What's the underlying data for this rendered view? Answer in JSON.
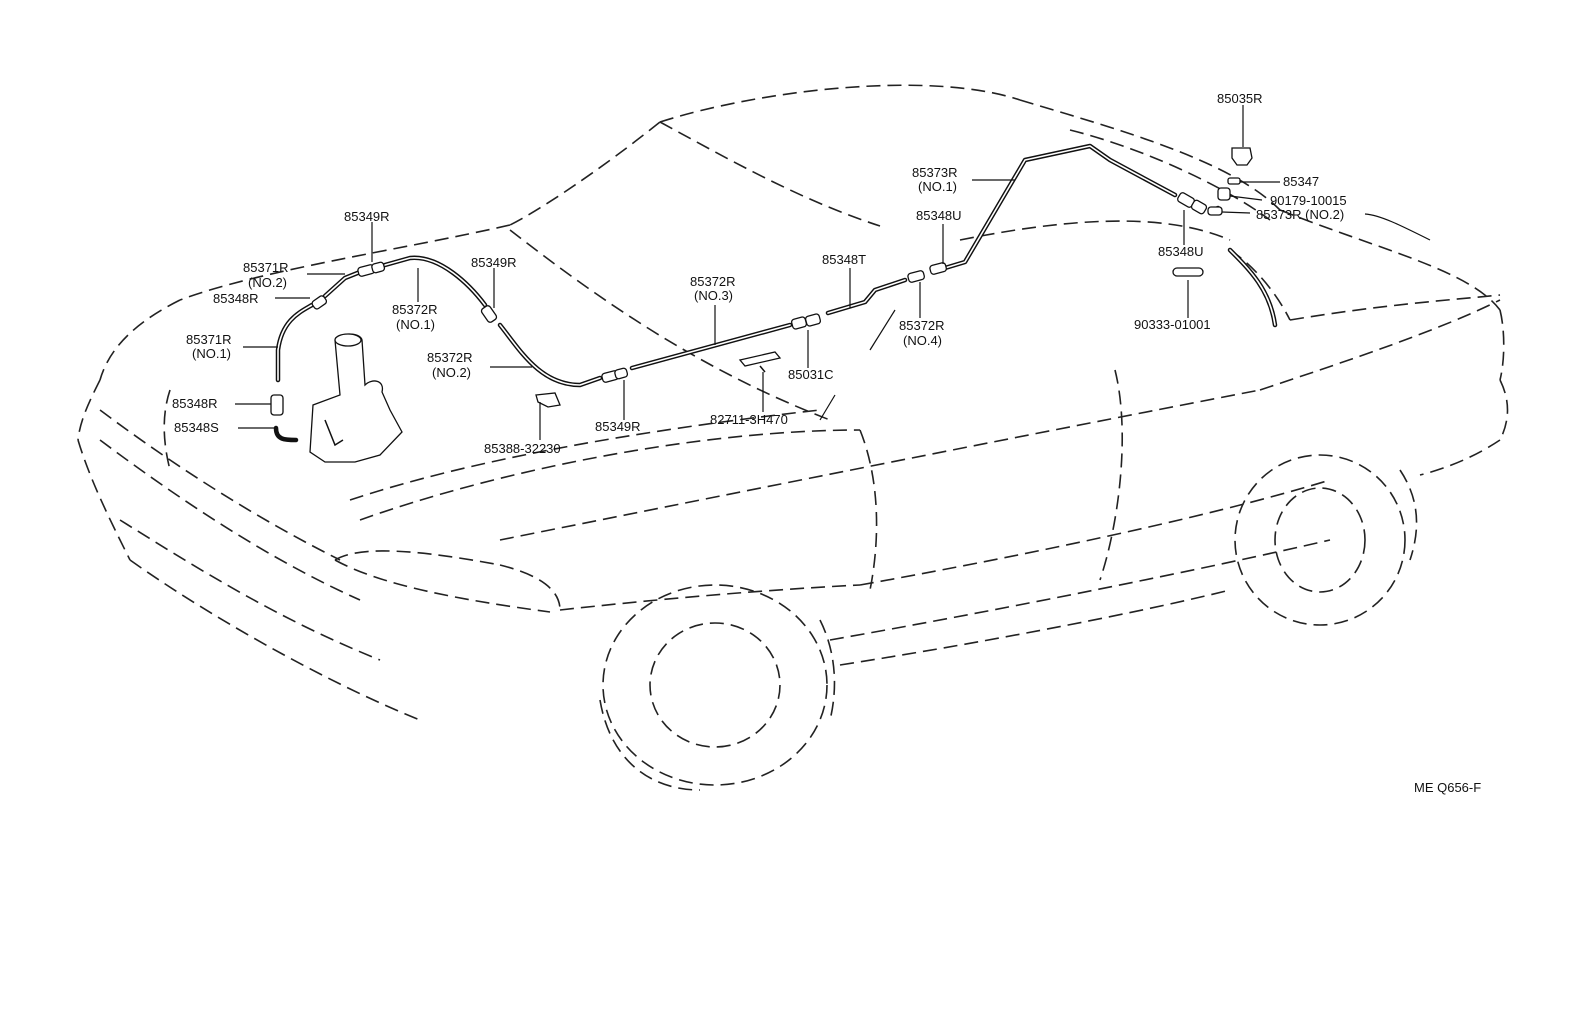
{
  "labels": {
    "p85035R": "85035R",
    "p85347": "85347",
    "p90179": "90179-10015",
    "p85373R_no2": "85373R (NO.2)",
    "p85373R": "85373R",
    "p85373R_no1": "(NO.1)",
    "p85348U_top": "85348U",
    "p85348U_right": "85348U",
    "p90333": "90333-01001",
    "p85349R_a": "85349R",
    "p85349R_b": "85349R",
    "p85349R_c": "85349R",
    "p85371R_a": "85371R",
    "p85371R_a_no": "(NO.2)",
    "p85348R_a": "85348R",
    "p85371R_b": "85371R",
    "p85371R_b_no": "(NO.1)",
    "p85348R_b": "85348R",
    "p85348S": "85348S",
    "p85372R_a": "85372R",
    "p85372R_a_no": "(NO.1)",
    "p85372R_b": "85372R",
    "p85372R_b_no": "(NO.2)",
    "p85372R_c": "85372R",
    "p85372R_c_no": "(NO.3)",
    "p85348T": "85348T",
    "p85372R_d": "85372R",
    "p85372R_d_no": "(NO.4)",
    "p85031C": "85031C",
    "p82711": "82711-3H470",
    "p85388": "85388-32230",
    "ref_code": "ME Q656-F"
  }
}
